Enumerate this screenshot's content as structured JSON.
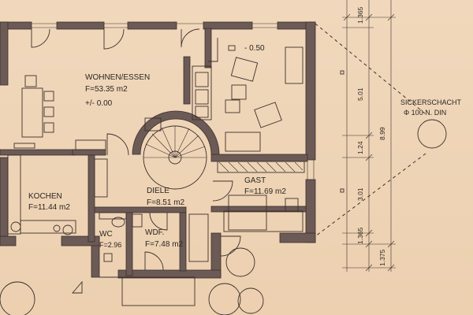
{
  "rooms": {
    "wohnen": {
      "name": "WOHNEN/ESSEN",
      "area": "F=53.35 m2",
      "level": "+/- 0.00"
    },
    "terrace_level": "- 0.50",
    "diele": {
      "name": "DIELE",
      "area": "F=8.51 m2"
    },
    "kochen": {
      "name": "KOCHEN",
      "area": "F=11.44 m2"
    },
    "gast": {
      "name": "GAST",
      "area": "F=11.69 m2"
    },
    "wc": {
      "name": "WC",
      "area": "F=2.96"
    },
    "wdf": {
      "name": "WDF.",
      "area": "F=7.48 m2"
    }
  },
  "sickerschacht": {
    "title": "SICKERSCHACHT",
    "spec": "Φ 100 N. DIN"
  },
  "dimensions": {
    "d1": "1.365",
    "d2": "5.01",
    "d3": "1.24",
    "d4": "3.01",
    "d5": "1.365",
    "d6": "1.375",
    "total": "8.99"
  }
}
